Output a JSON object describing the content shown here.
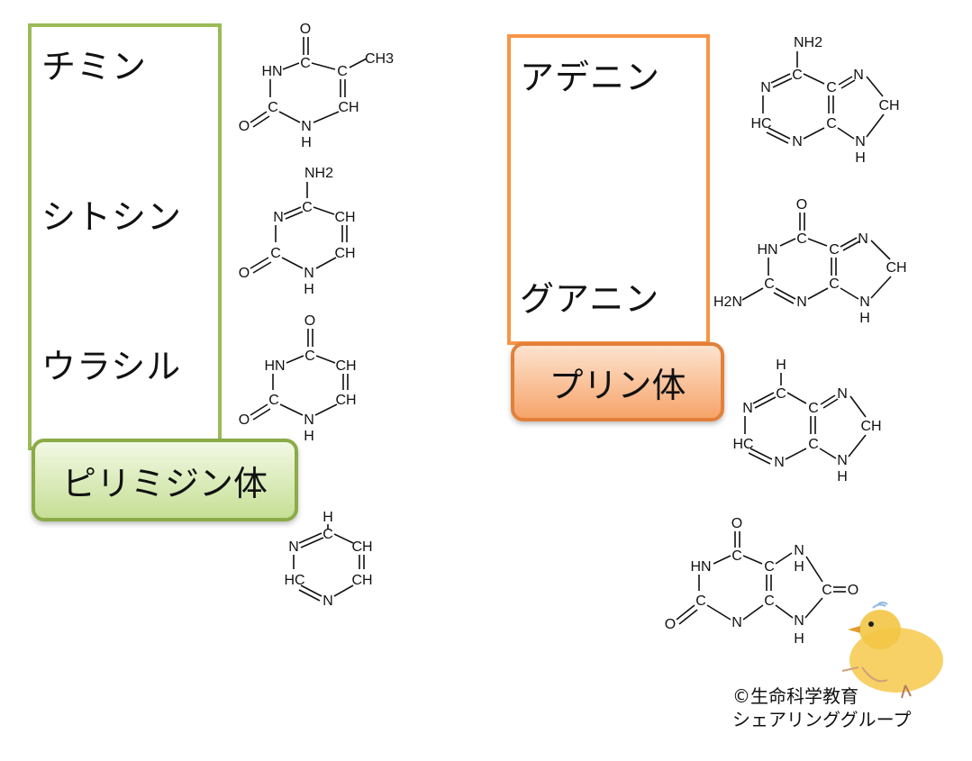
{
  "pyrimidine": {
    "group_label": "ピリミジン体",
    "bases": [
      "チミン",
      "シトシン",
      "ウラシル"
    ],
    "accent": "#9bbb59"
  },
  "purine": {
    "group_label": "プリン体",
    "bases": [
      "アデニン",
      "グアニン"
    ],
    "accent": "#f79646"
  },
  "credit": {
    "line1": "©生命科学教育",
    "line2": "シェアリンググループ"
  },
  "molecules": {
    "thymine": {
      "O": "O",
      "HN": "HN",
      "C": "C",
      "CH3": "CH3",
      "CH": "CH",
      "N": "N",
      "H": "H"
    },
    "cytosine": {
      "NH2": "NH2",
      "N": "N",
      "C": "C",
      "CH": "CH",
      "O": "O",
      "H": "H"
    },
    "uracil": {
      "O": "O",
      "HN": "HN",
      "C": "C",
      "CH": "CH",
      "N": "N",
      "H": "H"
    },
    "pyrimidine": {
      "H": "H",
      "C": "C",
      "N": "N",
      "CH": "CH",
      "HC": "HC"
    },
    "adenine": {
      "NH2": "NH2",
      "C": "C",
      "N": "N",
      "HC": "HC",
      "CH": "CH",
      "H": "H"
    },
    "guanine": {
      "O": "O",
      "C": "C",
      "HN": "HN",
      "N": "N",
      "CH": "CH",
      "H2N": "H2N",
      "H": "H"
    },
    "purine": {
      "H": "H",
      "C": "C",
      "N": "N",
      "CH": "CH",
      "HC": "HC"
    },
    "uric_acid": {
      "O": "O",
      "HN": "HN",
      "C": "C",
      "N": "N",
      "H": "H"
    }
  }
}
